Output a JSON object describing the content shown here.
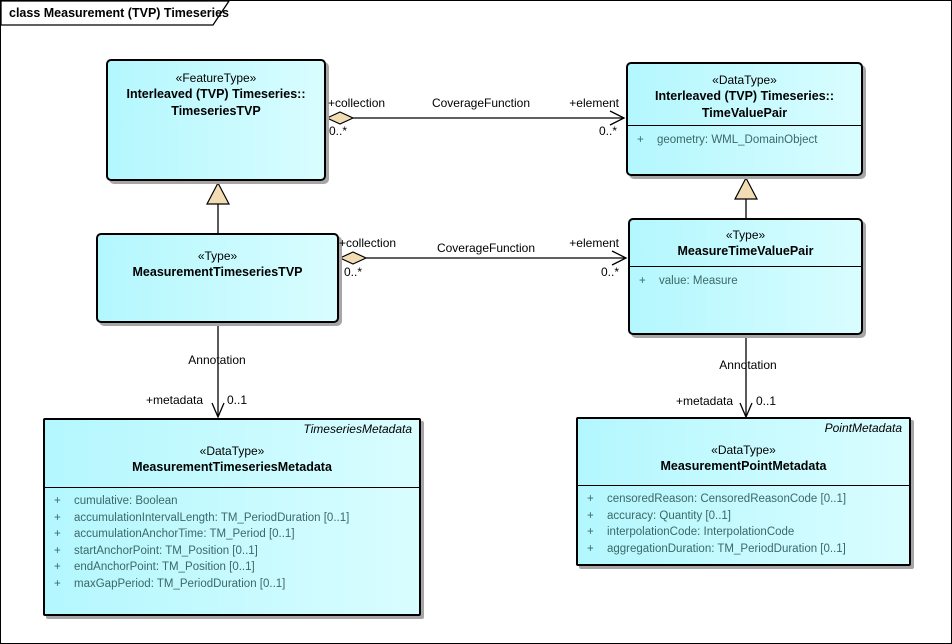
{
  "frame": {
    "title": "class Measurement (TVP) Timeseries"
  },
  "colors": {
    "box_fill_left": "#b3f7fe",
    "box_fill_right": "#d9fdff",
    "box_border": "#000000",
    "shadow": "#a6a6a6",
    "arrow_fill": "#f2dcb3",
    "attribute_text": "#3c6868",
    "line": "#000000"
  },
  "classes": [
    {
      "stereotype": "«FeatureType»",
      "name_line1": "Interleaved (TVP) Timeseries::",
      "name_line2": "TimeseriesTVP"
    },
    {
      "stereotype": "«DataType»",
      "name_line1": "Interleaved (TVP) Timeseries::",
      "name_line2": "TimeValuePair",
      "attributes": [
        {
          "vis": "+",
          "text": "geometry: WML_DomainObject"
        }
      ]
    },
    {
      "stereotype": "«Type»",
      "name_line1": "MeasurementTimeseriesTVP"
    },
    {
      "stereotype": "«Type»",
      "name_line1": "MeasureTimeValuePair",
      "attributes": [
        {
          "vis": "+",
          "text": "value: Measure"
        }
      ]
    },
    {
      "tag": "TimeseriesMetadata",
      "stereotype": "«DataType»",
      "name_line1": "MeasurementTimeseriesMetadata",
      "attributes": [
        {
          "vis": "+",
          "text": "cumulative: Boolean"
        },
        {
          "vis": "+",
          "text": "accumulationIntervalLength: TM_PeriodDuration [0..1]"
        },
        {
          "vis": "+",
          "text": "accumulationAnchorTime: TM_Period [0..1]"
        },
        {
          "vis": "+",
          "text": "startAnchorPoint: TM_Position [0..1]"
        },
        {
          "vis": "+",
          "text": "endAnchorPoint: TM_Position [0..1]"
        },
        {
          "vis": "+",
          "text": "maxGapPeriod: TM_PeriodDuration [0..1]"
        }
      ]
    },
    {
      "tag": "PointMetadata",
      "stereotype": "«DataType»",
      "name_line1": "MeasurementPointMetadata",
      "attributes": [
        {
          "vis": "+",
          "text": "censoredReason: CensoredReasonCode [0..1]"
        },
        {
          "vis": "+",
          "text": "accuracy: Quantity [0..1]"
        },
        {
          "vis": "+",
          "text": "interpolationCode: InterpolationCode"
        },
        {
          "vis": "+",
          "text": "aggregationDuration: TM_PeriodDuration [0..1]"
        }
      ]
    }
  ],
  "connectors": {
    "aggregation_top": {
      "name": "CoverageFunction",
      "source_role": "+collection",
      "source_mult": "0..*",
      "target_role": "+element",
      "target_mult": "0..*"
    },
    "aggregation_mid": {
      "name": "CoverageFunction",
      "source_role": "+collection",
      "source_mult": "0..*",
      "target_role": "+element",
      "target_mult": "0..*"
    },
    "annotation_left": {
      "name": "Annotation",
      "target_role": "+metadata",
      "target_mult": "0..1"
    },
    "annotation_right": {
      "name": "Annotation",
      "target_role": "+metadata",
      "target_mult": "0..1"
    }
  }
}
